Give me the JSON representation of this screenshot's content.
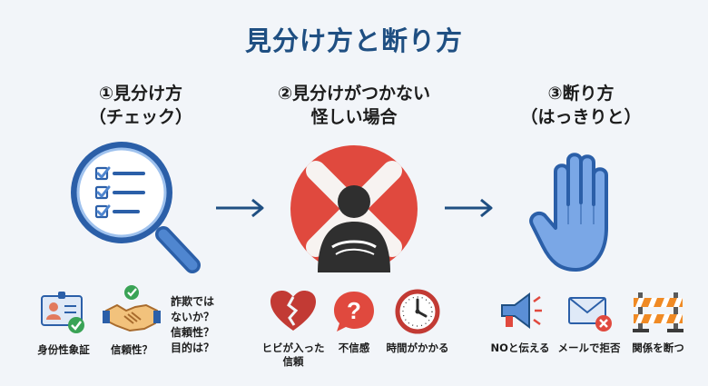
{
  "title": "見分け方と断り方",
  "sections": [
    {
      "heading_line1": "①見分け方",
      "heading_line2": "（チェック）",
      "items": [
        {
          "label": "身份性象証",
          "icon": "id-card-check-icon"
        },
        {
          "label": "信頼性？",
          "icon": "handshake-check-icon"
        }
      ],
      "questions": [
        "詐欺では",
        "ないか？",
        "信頼性？",
        "目的は？"
      ]
    },
    {
      "heading_line1": "②見分けがつかない",
      "heading_line2": "怪しい場合",
      "items": [
        {
          "label_line1": "ヒビが入った",
          "label_line2": "信頼",
          "icon": "broken-heart-icon"
        },
        {
          "label": "不信感",
          "icon": "question-bubble-icon"
        },
        {
          "label": "時間がかかる",
          "icon": "clock-icon"
        }
      ]
    },
    {
      "heading_line1": "③断り方",
      "heading_line2": "（はっきりと）",
      "items": [
        {
          "label": "NOと伝える",
          "icon": "megaphone-icon"
        },
        {
          "label": "メールで拒否",
          "icon": "mail-reject-icon"
        },
        {
          "label": "関係を断つ",
          "icon": "barrier-icon"
        }
      ]
    }
  ],
  "colors": {
    "title": "#1f4f82",
    "arrow": "#1f4f82",
    "red": "#e0493e",
    "blue": "#5b8fd6",
    "green": "#3aa356"
  }
}
